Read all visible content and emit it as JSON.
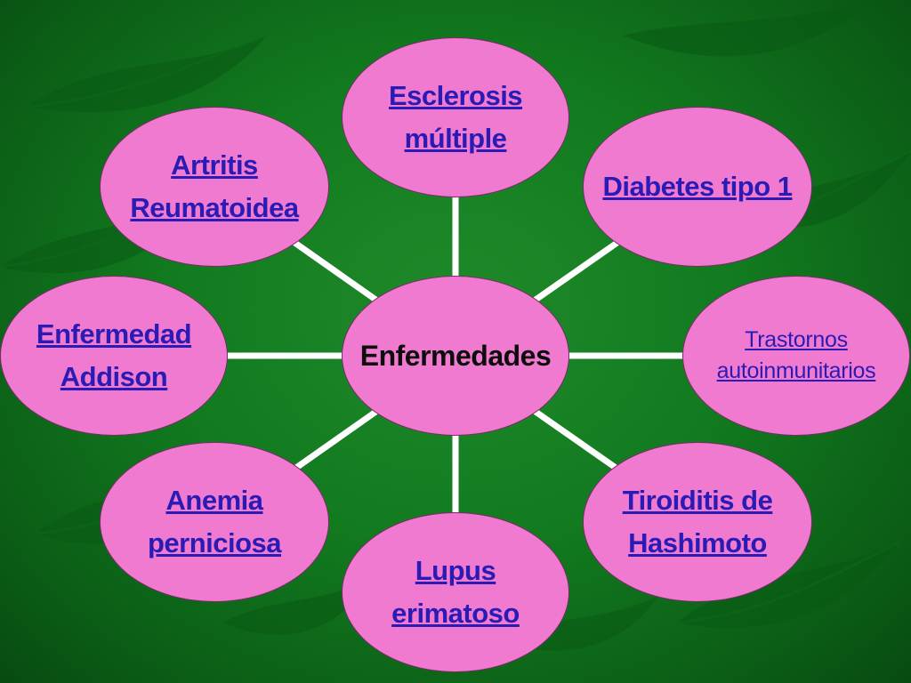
{
  "diagram": {
    "center": {
      "label": "Enfermedades"
    },
    "nodes": [
      {
        "id": "esclerosis",
        "lines": [
          "Esclerosis",
          "múltiple"
        ]
      },
      {
        "id": "diabetes",
        "lines": [
          "Diabetes tipo 1"
        ]
      },
      {
        "id": "trastornos",
        "lines": [
          "Trastornos",
          "autoinmunitarios"
        ]
      },
      {
        "id": "tiroiditis",
        "lines": [
          "Tiroiditis de",
          "Hashimoto"
        ]
      },
      {
        "id": "lupus",
        "lines": [
          "Lupus",
          "erimatoso"
        ]
      },
      {
        "id": "anemia",
        "lines": [
          "Anemia",
          "perniciosa"
        ]
      },
      {
        "id": "addison",
        "lines": [
          "Enfermedad",
          "Addison"
        ]
      },
      {
        "id": "artritis",
        "lines": [
          "Artritis",
          "Reumatoidea"
        ]
      }
    ]
  },
  "colors": {
    "node_fill": "#f07ad0",
    "link_text": "#2b1bb5",
    "connector": "#ffffff",
    "background": "#127a1f"
  }
}
